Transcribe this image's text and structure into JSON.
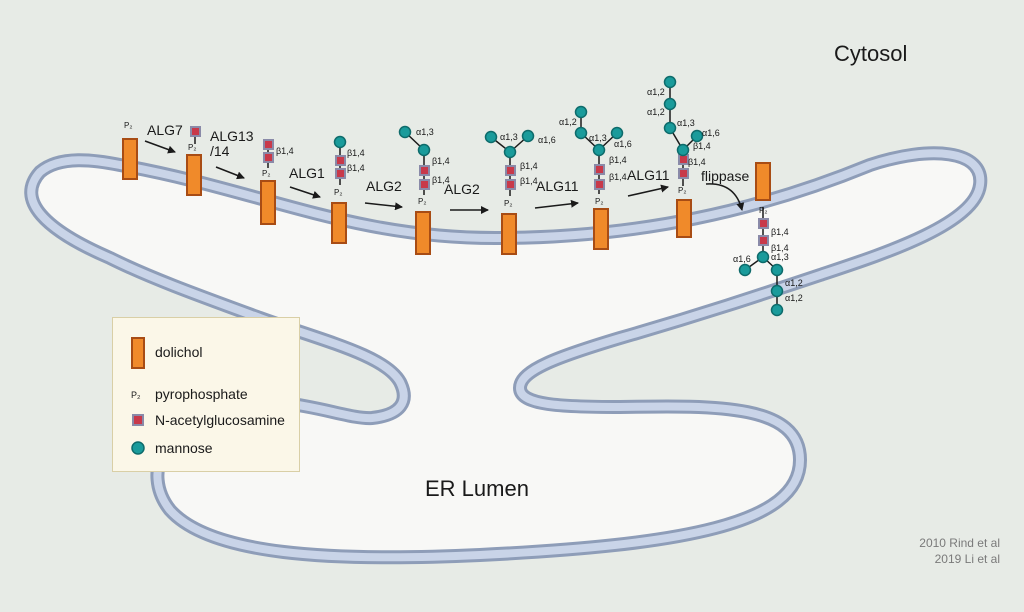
{
  "regions": {
    "cytosol": "Cytosol",
    "lumen": "ER Lumen"
  },
  "enzymes": [
    "ALG7",
    "ALG13\n/14",
    "ALG1",
    "ALG2",
    "ALG2",
    "ALG11",
    "ALG11",
    "flippase"
  ],
  "symbols": {
    "pyrophosphate_abbrev": "P₂"
  },
  "linkages": {
    "b14": "β1,4",
    "a13": "α1,3",
    "a16": "α1,6",
    "a12": "α1,2"
  },
  "legend": {
    "dolichol": "dolichol",
    "pyrophosphate": "pyrophosphate",
    "glcnac": "N-acetylglucosamine",
    "mannose": "mannose"
  },
  "credits": [
    "2010 Rind et al",
    "2019 Li et al"
  ],
  "colors": {
    "background": "#e7ebe6",
    "membrane_outer": "#8e9db8",
    "membrane_inner": "#c9d4e8",
    "lumen": "#f8f8f6",
    "dolichol": "#f08a2a",
    "dolichol_border": "#a84c14",
    "glcnac": "#c8394a",
    "glcnac_border": "#8a8aa8",
    "mannose": "#1a9b9b",
    "mannose_border": "#0e6b6b"
  },
  "icons": [
    "dolichol-icon",
    "pyrophosphate-icon",
    "glcnac-icon",
    "mannose-icon",
    "reaction-arrow-icon"
  ]
}
